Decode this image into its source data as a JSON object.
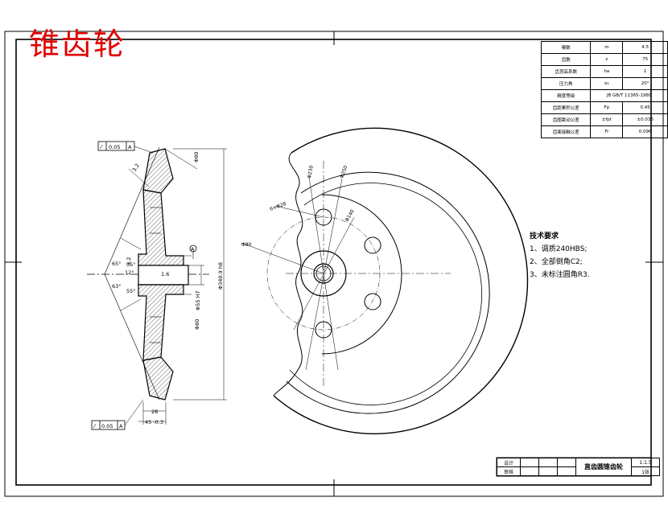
{
  "title": "锥齿轮",
  "params": [
    {
      "name": "模数",
      "symbol": "m",
      "value": "4.5"
    },
    {
      "name": "齿数",
      "symbol": "z",
      "value": "75"
    },
    {
      "name": "齿顶高系数",
      "symbol": "ha",
      "value": "1"
    },
    {
      "name": "压力角",
      "symbol": "α₁",
      "value": "20°"
    },
    {
      "name": "精度等级",
      "symbol": "JB GB/T 11365-1989",
      "value": ""
    },
    {
      "name": "齿距累积公差",
      "symbol": "Fp",
      "value": "0.45"
    },
    {
      "name": "齿圈跳动公差",
      "symbol": "±fpt",
      "value": "±0.036"
    },
    {
      "name": "齿面接触公差",
      "symbol": "Fr",
      "value": "0.096"
    }
  ],
  "tech_requirements": {
    "heading": "技术要求",
    "items": [
      "1、调质240HBS;",
      "2、全部倒角C2;",
      "3、未标注圆角R3."
    ]
  },
  "title_block": {
    "drawing_title": "直齿圆锥齿轮",
    "scale": "1:1.5",
    "sheet": "1张",
    "row1": "设计",
    "row2": "审核"
  },
  "annotations": {
    "tol_top": "0.05",
    "tol_top_ref": "A",
    "tol_bottom": "0.05",
    "tol_bottom_ref": "A",
    "datum": "A",
    "angle_1": "65°",
    "angle_2": "63°",
    "angle_3": "12°",
    "angle_4": "35°",
    "angle_5": "55°",
    "dim_thick": "3.2",
    "dim_1": "1.6",
    "dim_2": "3.2",
    "dim_dia": "Φ340.9 h8",
    "dim_bore": "Φ55 H7",
    "dim_hub": "Φ80",
    "dim_len1": "28",
    "dim_len2": "45 -0.3",
    "pcd_holes": "6×Φ28",
    "dim_r1": "Φ80",
    "dim_r2": "Φ230",
    "dim_r3": "Φ250",
    "dim_r4": "Φ140"
  }
}
